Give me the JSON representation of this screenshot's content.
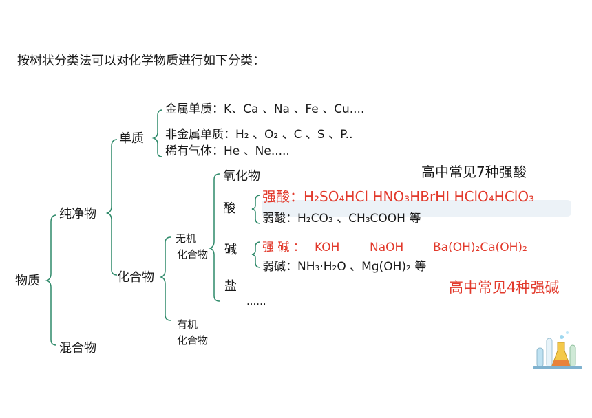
{
  "intro": "按树状分类法可以对化学物质进行如下分类：",
  "root": "物质",
  "pure": "纯净物",
  "mixture": "混合物",
  "element": "单质",
  "compound": "化合物",
  "metal": "金属单质：K、Ca 、Na 、Fe 、Cu....",
  "nonmetal": "非金属单质：H₂ 、O₂ 、C 、S 、P..",
  "noble": "稀有气体：He 、Ne.....",
  "inorganic_1": "无机",
  "inorganic_2": "化合物",
  "organic_1": "有机",
  "organic_2": "化合物",
  "oxide": "氧化物",
  "acid": "酸",
  "base": "碱",
  "salt": "盐",
  "ellipsis": "......",
  "strong_acid": "强酸：H₂SO₄HCl HNO₃HBrHI HClO₄HClO₃",
  "weak_acid": "弱酸：H₂CO₃ 、CH₃COOH  等",
  "strong_base_label": "强 碱 ：",
  "strong_base_1": "KOH",
  "strong_base_2": "NaOH",
  "strong_base_3": "Ba(OH)₂Ca(OH)₂",
  "weak_base": "弱碱：NH₃·H₂O 、Mg(OH)₂       等",
  "note_acid": "高中常见7种强酸",
  "note_base": "高中常见4种强碱",
  "colors": {
    "text": "#1a1a1a",
    "accent_red": "#e23a2c"
  }
}
